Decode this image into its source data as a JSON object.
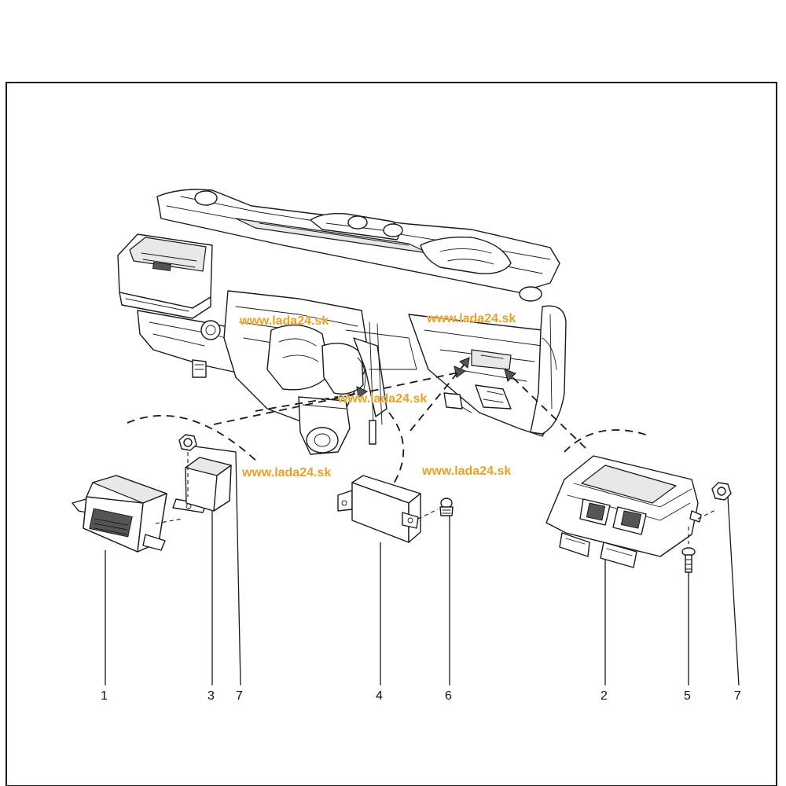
{
  "watermark": {
    "text": "www.lada24.sk",
    "color": "#f0a020"
  },
  "callouts": [
    {
      "id": "c1",
      "label": "1"
    },
    {
      "id": "c3",
      "label": "3"
    },
    {
      "id": "c7a",
      "label": "7"
    },
    {
      "id": "c4",
      "label": "4"
    },
    {
      "id": "c6",
      "label": "6"
    },
    {
      "id": "c2",
      "label": "2"
    },
    {
      "id": "c5",
      "label": "5"
    },
    {
      "id": "c7b",
      "label": "7"
    }
  ],
  "icons": [
    "dashboard-assembly",
    "control-unit",
    "relay",
    "nut",
    "module",
    "screw",
    "engine-control-unit",
    "bolt"
  ]
}
